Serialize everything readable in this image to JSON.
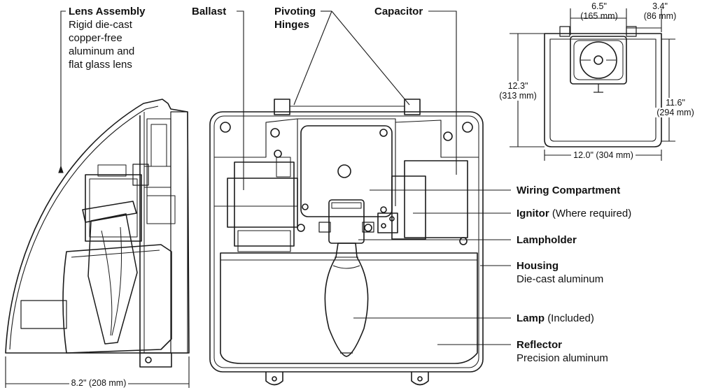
{
  "callouts": {
    "lens_assembly": {
      "title": "Lens Assembly",
      "lines": [
        "Rigid die-cast",
        "copper-free",
        "aluminum and",
        "flat glass lens"
      ]
    },
    "ballast": {
      "title": "Ballast"
    },
    "pivoting_hinges": {
      "lines": [
        "Pivoting",
        "Hinges"
      ]
    },
    "capacitor": {
      "title": "Capacitor"
    },
    "wiring_compartment": {
      "title": "Wiring Compartment"
    },
    "ignitor": {
      "title": "Ignitor",
      "note": "(Where required)"
    },
    "lampholder": {
      "title": "Lampholder"
    },
    "housing": {
      "title": "Housing",
      "desc": "Die-cast aluminum"
    },
    "lamp": {
      "title": "Lamp",
      "note": "(Included)"
    },
    "reflector": {
      "title": "Reflector",
      "desc": "Precision aluminum"
    }
  },
  "dimensions": {
    "depth": "8.2\" (208 mm)",
    "top_width_in": "6.5\"",
    "top_width_mm": "(165 mm)",
    "side_in": "3.4\"",
    "side_mm": "(86 mm)",
    "height_in": "12.3\"",
    "height_mm": "(313 mm)",
    "inner_height_in": "11.6\"",
    "inner_height_mm": "(294 mm)",
    "width": "12.0\" (304 mm)"
  }
}
